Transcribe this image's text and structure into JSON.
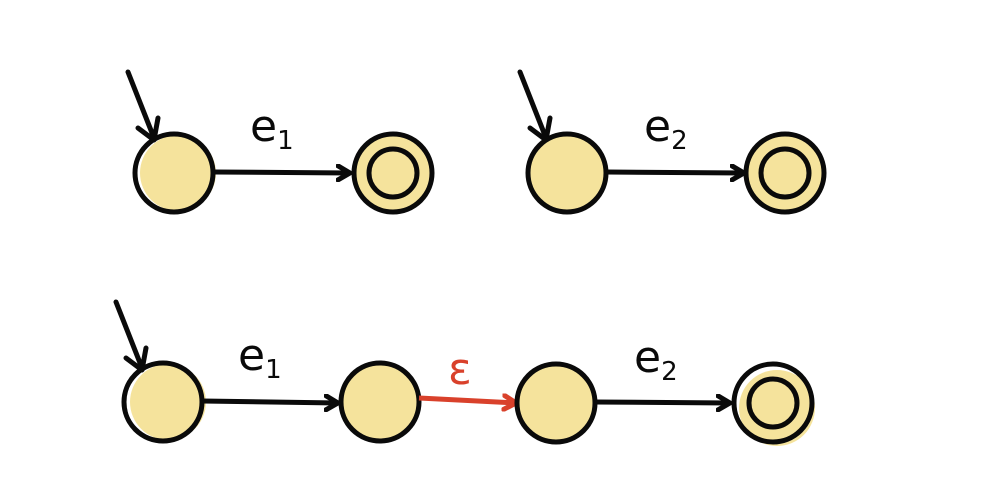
{
  "colors": {
    "state_fill": "#f5e39c",
    "stroke": "#0a0a0a",
    "epsilon": "#d9412b",
    "background": "#ffffff"
  },
  "machine_e1": {
    "edge_label": "e",
    "edge_subscript": "1"
  },
  "machine_e2": {
    "edge_label": "e",
    "edge_subscript": "2"
  },
  "concatenation": {
    "edge1_label": "e",
    "edge1_subscript": "1",
    "epsilon_label": "ε",
    "edge2_label": "e",
    "edge2_subscript": "2"
  }
}
